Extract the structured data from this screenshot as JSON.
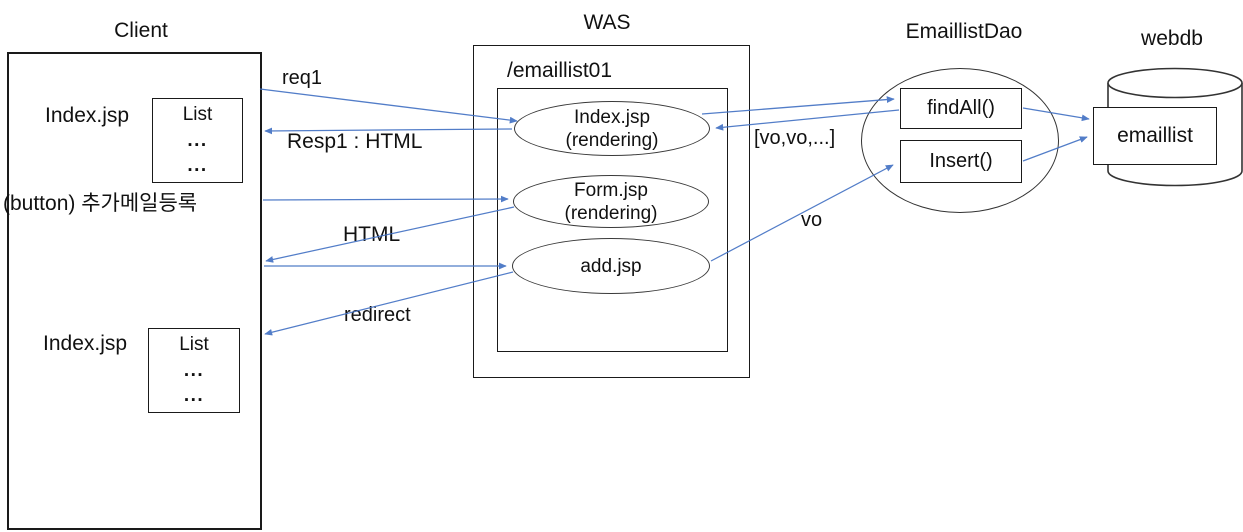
{
  "client": {
    "title": "Client",
    "index_top_label": "Index.jsp",
    "index_bottom_label": "Index.jsp",
    "list_box_title": "List",
    "list_box_dots": "...",
    "button_label": "(button) 추가메일등록"
  },
  "was": {
    "title": "WAS",
    "context_path": "/emaillist01",
    "index_node": {
      "line1": "Index.jsp",
      "line2": "(rendering)"
    },
    "form_node": {
      "line1": "Form.jsp",
      "line2": "(rendering)"
    },
    "add_node": {
      "line1": "add.jsp"
    }
  },
  "dao": {
    "title": "EmaillistDao",
    "find_all_method": "findAll()",
    "insert_method": "Insert()"
  },
  "db": {
    "title": "webdb",
    "table_name": "emaillist"
  },
  "labels": {
    "req1": "req1",
    "resp1": "Resp1 : HTML",
    "html": "HTML",
    "redirect": "redirect",
    "vo_list": "[vo,vo,...]",
    "vo": "vo"
  },
  "colors": {
    "arrow": "#4472C4",
    "shape_stroke": "#1a1a1a"
  }
}
